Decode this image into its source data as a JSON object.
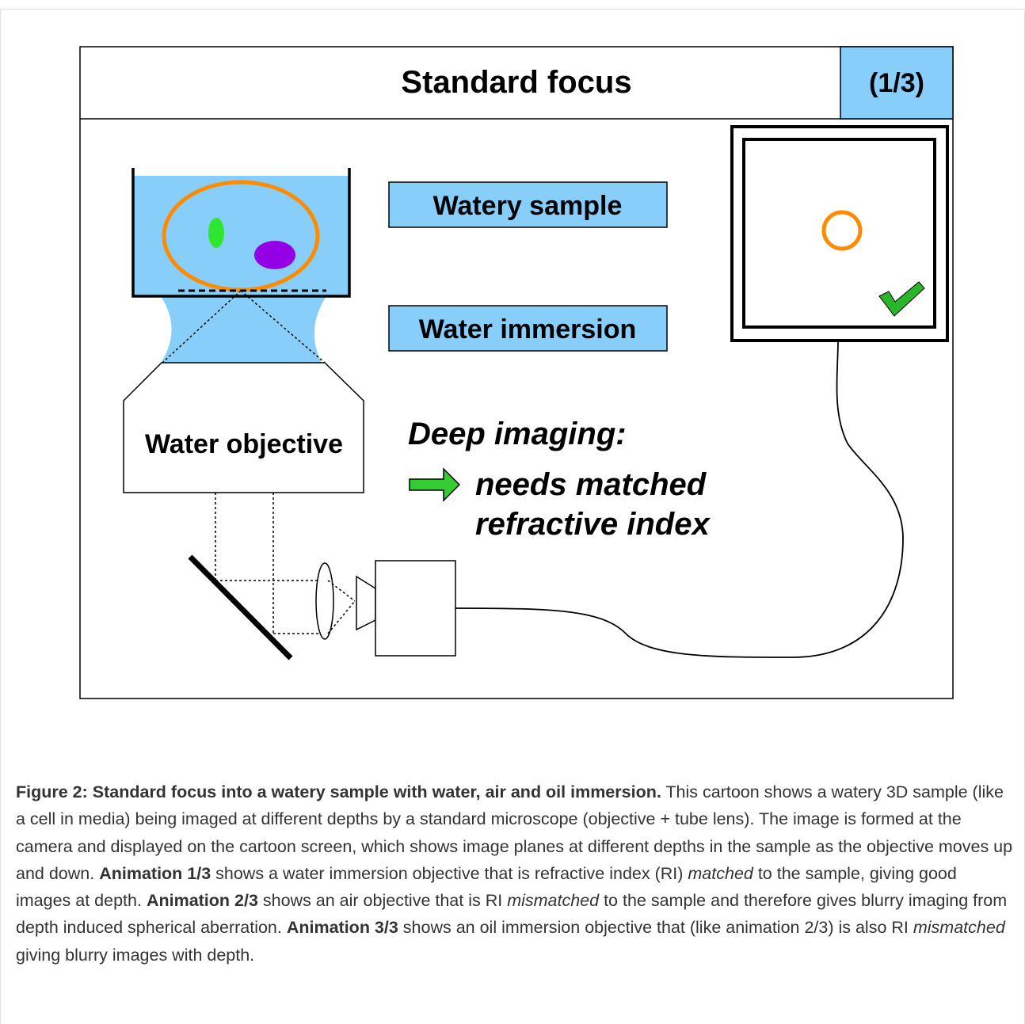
{
  "diagram": {
    "title": "Standard focus",
    "page_indicator": "(1/3)",
    "sample_label": "Watery sample",
    "immersion_label": "Water immersion",
    "objective_label": "Water objective",
    "deep_heading": "Deep imaging:",
    "deep_line1": "needs matched",
    "deep_line2": "refractive index",
    "colors": {
      "water": "#87cefa",
      "accent_orange": "#ff8c00",
      "green_cell": "#2ee62e",
      "purple_cell": "#9400e6",
      "check_green": "#2bb52b",
      "arrow_green": "#33cc33"
    }
  },
  "caption": {
    "bold_title": "Figure 2: Standard focus into a watery sample with water, air and oil immersion.",
    "text1": " This cartoon shows a watery 3D sample (like a cell in media) being imaged at different depths by a standard microscope (objective + tube lens). The image is formed at the camera and displayed on the cartoon screen, which shows image planes at different depths in the sample as the objective moves up and down. ",
    "anim1": "Animation 1/3",
    "text2": " shows a water immersion objective that is refractive index (RI) ",
    "matched": "matched",
    "text3": " to the sample, giving good images at depth. ",
    "anim2": "Animation 2/3",
    "text4": " shows an air objective that is RI ",
    "mismatched1": "mismatched",
    "text5": " to the sample and therefore gives blurry imaging from depth induced spherical aberration. ",
    "anim3": "Animation 3/3",
    "text6": " shows an oil immersion objective that (like animation 2/3) is also RI ",
    "mismatched2": "mismatched",
    "text7": " giving blurry images with depth."
  }
}
